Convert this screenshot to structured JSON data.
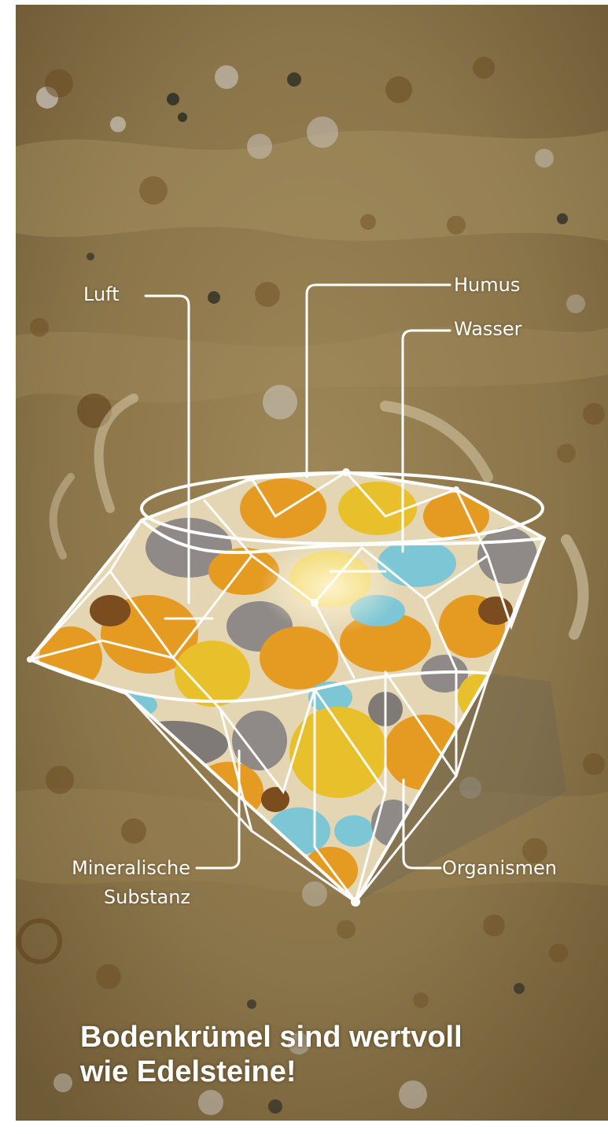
{
  "labels": {
    "luft": "Luft",
    "humus": "Humus",
    "wasser": "Wasser",
    "mineralische_line1": "Mineralische",
    "mineralische_line2": "Substanz",
    "organismen": "Organismen"
  },
  "headline": {
    "line1": "Bodenkrümel sind wertvoll",
    "line2": "wie Edelsteine!"
  },
  "colors": {
    "background": "#8a7449",
    "line": "#ffffff",
    "mineral_orange": "#e59a22",
    "mineral_yellow": "#e8c02c",
    "water_blue": "#7cc6d6",
    "air_gray": "#8f8a87",
    "humus_brown": "#7a4c1e"
  }
}
